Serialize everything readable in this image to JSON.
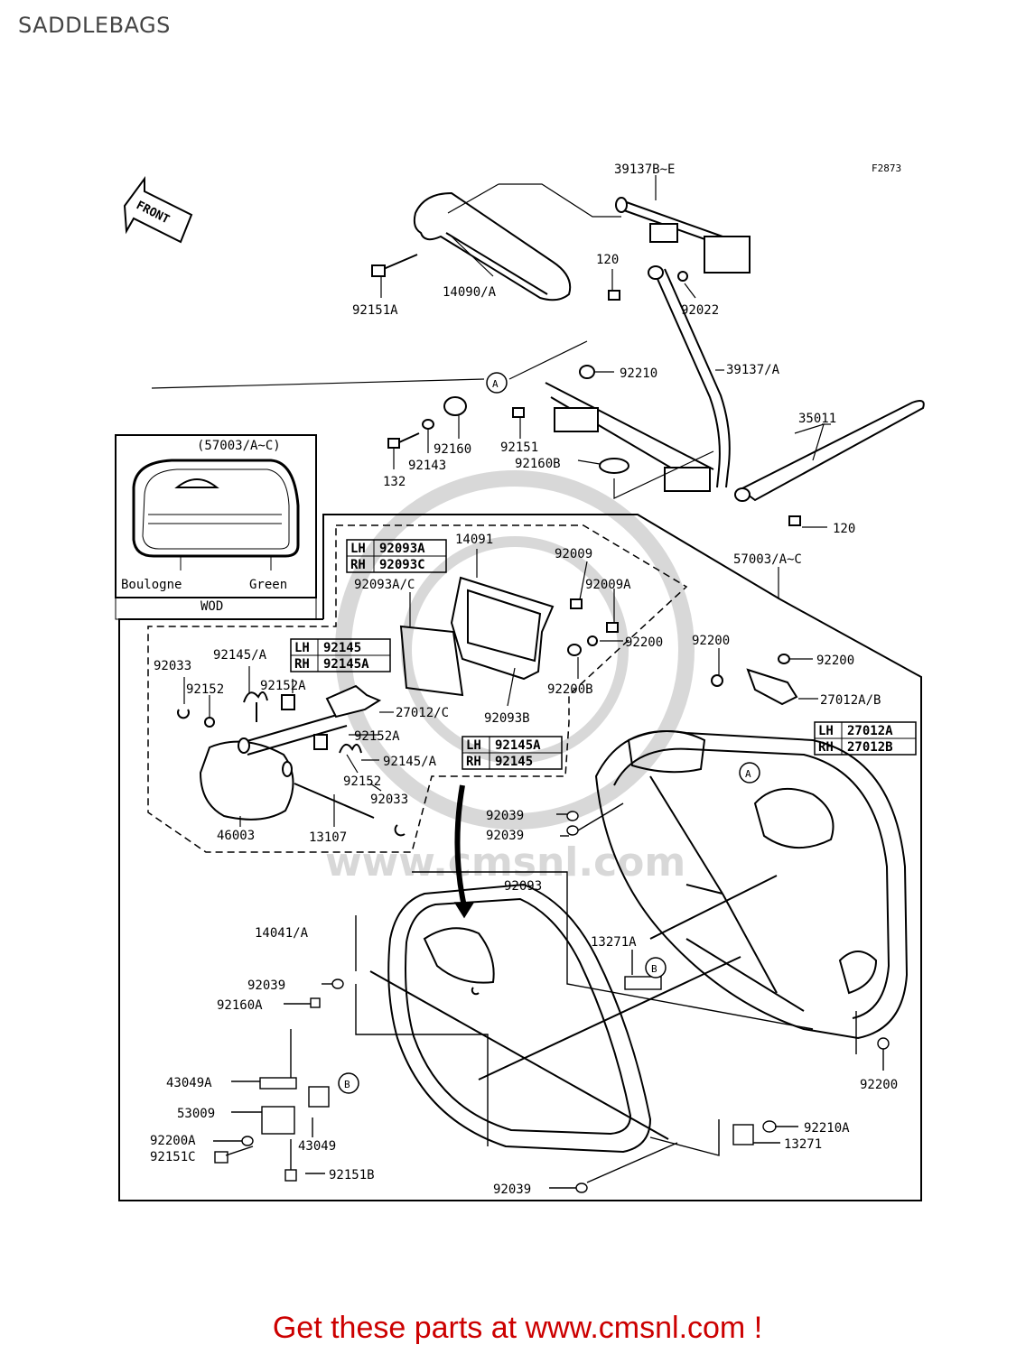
{
  "title": "SADDLEBAGS",
  "figure_code": "F2873",
  "front_label": "FRONT",
  "inset": {
    "caption": "(57003/A~C)",
    "left_label": "Boulogne",
    "right_label": "Green",
    "bottom_label": "WOD"
  },
  "watermark": "www.cmsnl.com",
  "tables": {
    "t92093": {
      "lh_tag": "LH",
      "lh": "92093A",
      "rh_tag": "RH",
      "rh": "92093C"
    },
    "t92145": {
      "lh_tag": "LH",
      "lh": "92145",
      "rh_tag": "RH",
      "rh": "92145A"
    },
    "t92145a": {
      "lh_tag": "LH",
      "lh": "92145A",
      "rh_tag": "RH",
      "rh": "92145"
    },
    "t27012": {
      "lh_tag": "LH",
      "lh": "27012A",
      "rh_tag": "RH",
      "rh": "27012B"
    }
  },
  "callouts": {
    "c_A1": "A",
    "c_A2": "A",
    "c_B1": "B",
    "c_B2": "B"
  },
  "labels": {
    "l_39137BE": "39137B~E",
    "l_120a": "120",
    "l_92151A": "92151A",
    "l_14090A": "14090/A",
    "l_92022": "92022",
    "l_92210": "92210",
    "l_39137A": "39137/A",
    "l_35011": "35011",
    "l_92160": "92160",
    "l_92151": "92151",
    "l_92143": "92143",
    "l_132": "132",
    "l_92160B": "92160B",
    "l_120b": "120",
    "l_14091": "14091",
    "l_92009": "92009",
    "l_92093AC": "92093A/C",
    "l_92009A": "92009A",
    "l_57003AC": "57003/A~C",
    "l_92200a": "92200",
    "l_92200b": "92200",
    "l_92200c": "92200",
    "l_92200B": "92200B",
    "l_92093B": "92093B",
    "l_27012AB": "27012A/B",
    "l_92033a": "92033",
    "l_92145Aa": "92145/A",
    "l_92152a": "92152",
    "l_92152Aa": "92152A",
    "l_27012C": "27012/C",
    "l_92152Ab": "92152A",
    "l_92145Ab": "92145/A",
    "l_92152b": "92152",
    "l_92033b": "92033",
    "l_46003": "46003",
    "l_13107": "13107",
    "l_92039a": "92039",
    "l_92039b": "92039",
    "l_92093": "92093",
    "l_14041A": "14041/A",
    "l_13271A": "13271A",
    "l_92039c": "92039",
    "l_92160A": "92160A",
    "l_92200d": "92200",
    "l_43049A": "43049A",
    "l_53009": "53009",
    "l_92200A": "92200A",
    "l_92151C": "92151C",
    "l_43049": "43049",
    "l_92151B": "92151B",
    "l_92210A": "92210A",
    "l_13271": "13271",
    "l_92039d": "92039"
  },
  "footer": "Get these parts at www.cmsnl.com !"
}
